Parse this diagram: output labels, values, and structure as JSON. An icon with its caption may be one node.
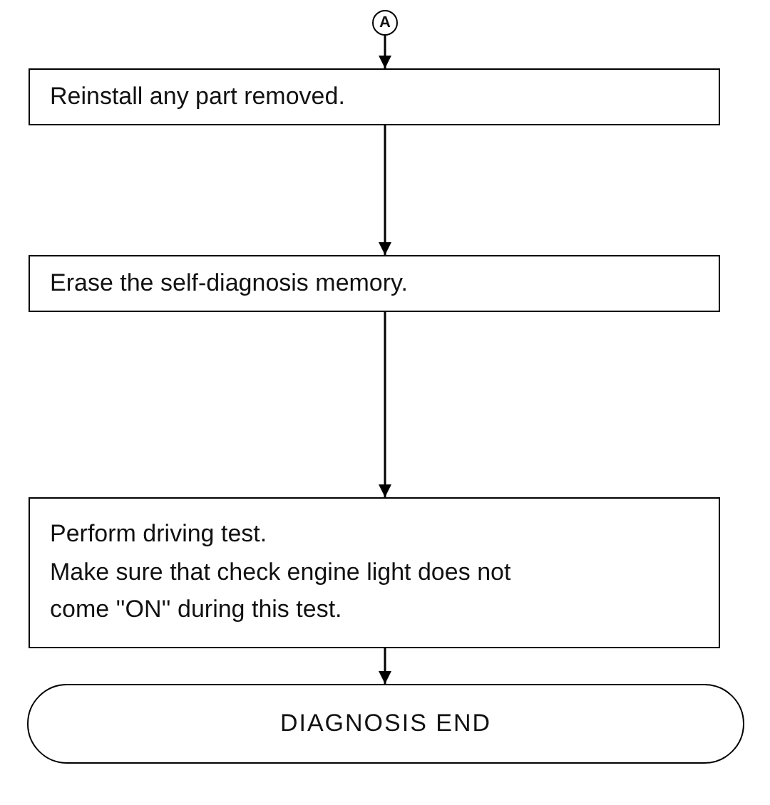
{
  "diagram": {
    "nodes": [
      {
        "text": [
          "A"
        ]
      },
      {
        "text": [
          "Reinstall any part removed."
        ]
      },
      {
        "text": [
          "Erase the self-diagnosis memory."
        ]
      },
      {
        "text": [
          "Perform driving test.",
          "Make sure that check engine light does not come ''ON'' during this test."
        ]
      },
      {
        "text": [
          "DIAGNOSIS END"
        ]
      }
    ],
    "edges": [
      {
        "from": 0,
        "to": 1,
        "arrow": "to"
      },
      {
        "from": 1,
        "to": 2,
        "arrow": "to"
      },
      {
        "from": 2,
        "to": 3,
        "arrow": "to"
      },
      {
        "from": 3,
        "to": 4,
        "arrow": "to"
      }
    ]
  }
}
